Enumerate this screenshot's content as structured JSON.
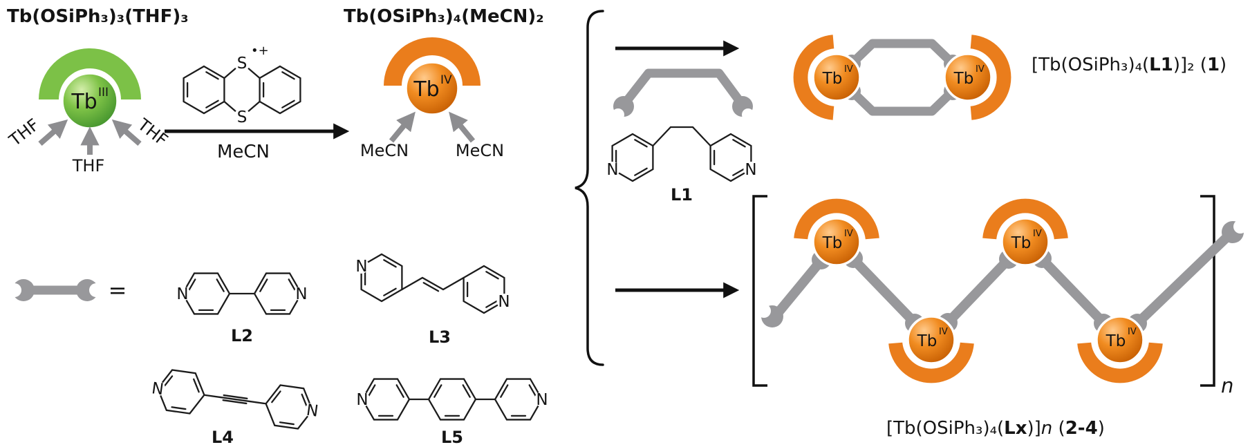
{
  "figure": {
    "reactant_title": "Tb(OSiPh₃)₃(THF)₃",
    "intermediate_title": "Tb(OSiPh₃)₄(MeCN)₂",
    "metal": "Tb",
    "ox_state_iii": "III",
    "ox_state_iv": "IV",
    "thf": "THF",
    "mecn": "MeCN",
    "solvent": "MeCN",
    "sulfur": "S",
    "radical_cation": "•+",
    "nitrogen": "N",
    "equals": "=",
    "ligand_names": {
      "l1": "L1",
      "l2": "L2",
      "l3": "L3",
      "l4": "L4",
      "l5": "L5"
    },
    "product1_label": {
      "prefix": "[Tb(OSiPh₃)₄(",
      "ligand": "L1",
      "mid": ")]₂ (",
      "number": "1",
      "suffix": ")"
    },
    "polymer_label": {
      "prefix": "[Tb(OSiPh₃)₄(",
      "ligand": "Lx",
      "mid": ")]",
      "n": "n",
      "mid2": " (",
      "number": "2-4",
      "suffix": ")"
    },
    "repeat_index": "n",
    "colors": {
      "green": "#7cc147",
      "orange": "#ea7d1c",
      "gray": "#98989b"
    }
  }
}
